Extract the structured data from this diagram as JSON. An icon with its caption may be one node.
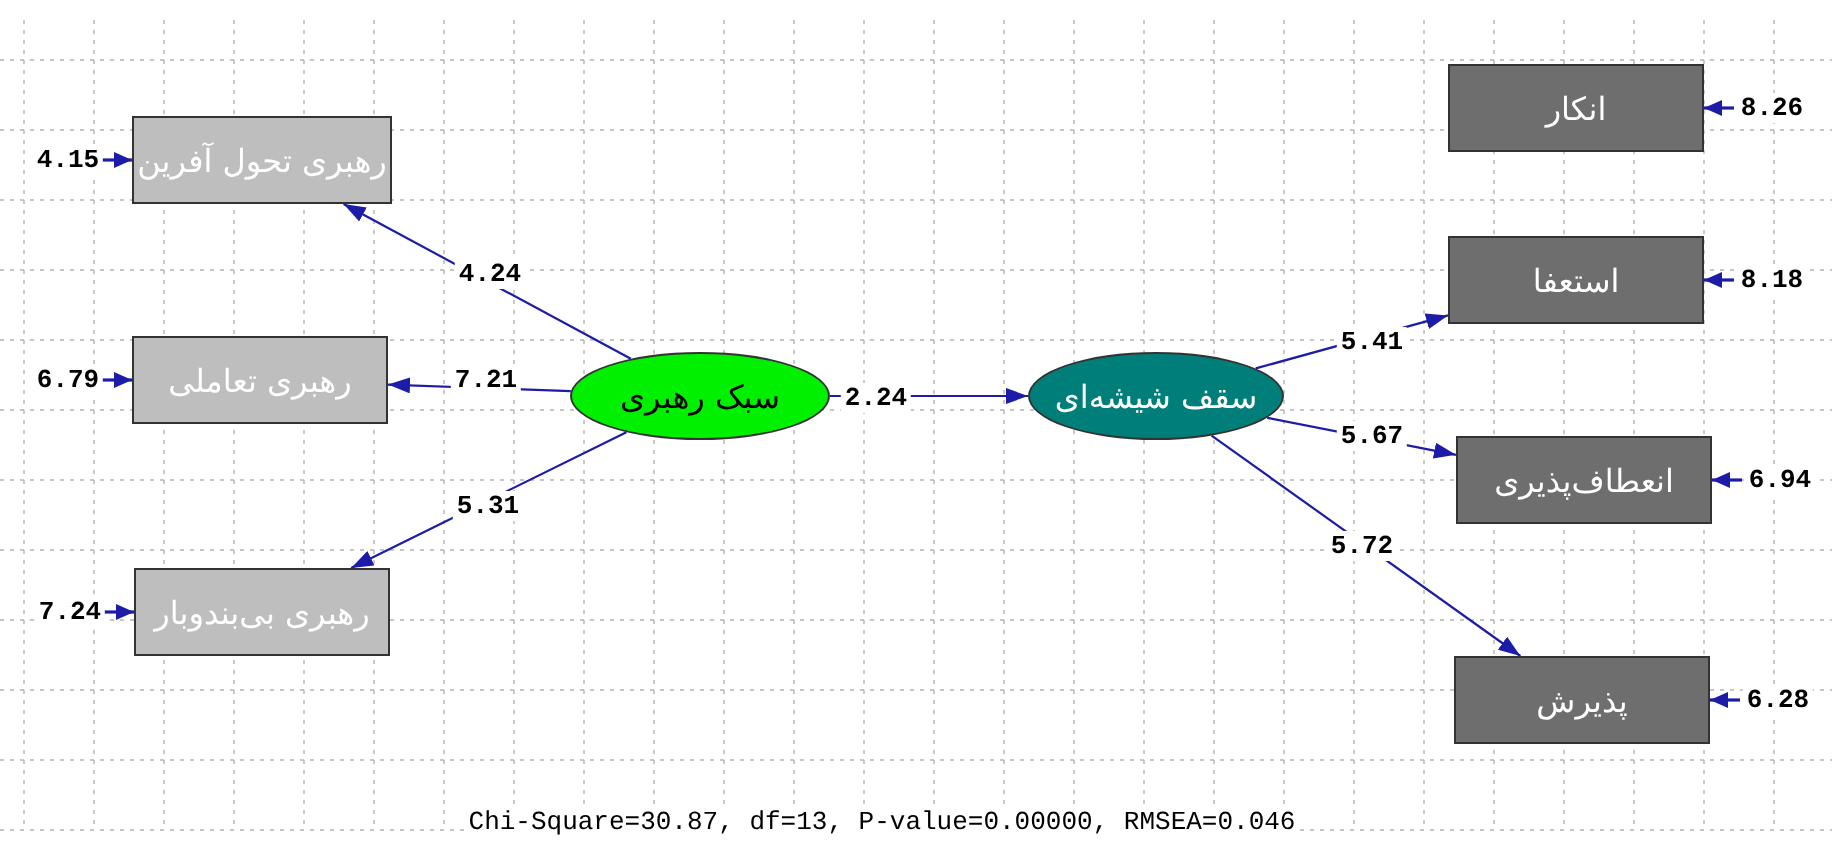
{
  "diagram": {
    "nodes": [
      {
        "text": [
          "رهبری تحول آفرین"
        ]
      },
      {
        "text": [
          "رهبری تعاملی"
        ]
      },
      {
        "text": [
          "رهبری بی‌بندوبار"
        ]
      },
      {
        "text": [
          "سبک رهبری"
        ]
      },
      {
        "text": [
          "سقف شیشه‌ای"
        ]
      },
      {
        "text": [
          "انکار"
        ]
      },
      {
        "text": [
          "استعفا"
        ]
      },
      {
        "text": [
          "انعطاف‌پذیری"
        ]
      },
      {
        "text": [
          "پذیرش"
        ]
      }
    ],
    "edges": [
      {
        "from": 3,
        "to": 0,
        "arrow": "to",
        "label": "4.24"
      },
      {
        "from": 3,
        "to": 1,
        "arrow": "to",
        "label": "7.21"
      },
      {
        "from": 3,
        "to": 2,
        "arrow": "to",
        "label": "5.31"
      },
      {
        "from": 3,
        "to": 4,
        "arrow": "to",
        "label": "2.24"
      },
      {
        "from": 4,
        "to": 6,
        "arrow": "to",
        "label": "5.41"
      },
      {
        "from": 4,
        "to": 7,
        "arrow": "to",
        "label": "5.67"
      },
      {
        "from": 4,
        "to": 8,
        "arrow": "to",
        "label": "5.72"
      },
      {
        "from": null,
        "to": 0,
        "arrow": "to",
        "label": "4.15"
      },
      {
        "from": null,
        "to": 1,
        "arrow": "to",
        "label": "6.79"
      },
      {
        "from": null,
        "to": 2,
        "arrow": "to",
        "label": "7.24"
      },
      {
        "from": null,
        "to": 5,
        "arrow": "to",
        "label": "8.26"
      },
      {
        "from": null,
        "to": 6,
        "arrow": "to",
        "label": "8.18"
      },
      {
        "from": null,
        "to": 7,
        "arrow": "to",
        "label": "6.94"
      },
      {
        "from": null,
        "to": 8,
        "arrow": "to",
        "label": "6.28"
      }
    ],
    "labels": [
      "Chi-Square=30.87, df=13, P-value=0.00000, RMSEA=0.046"
    ]
  }
}
